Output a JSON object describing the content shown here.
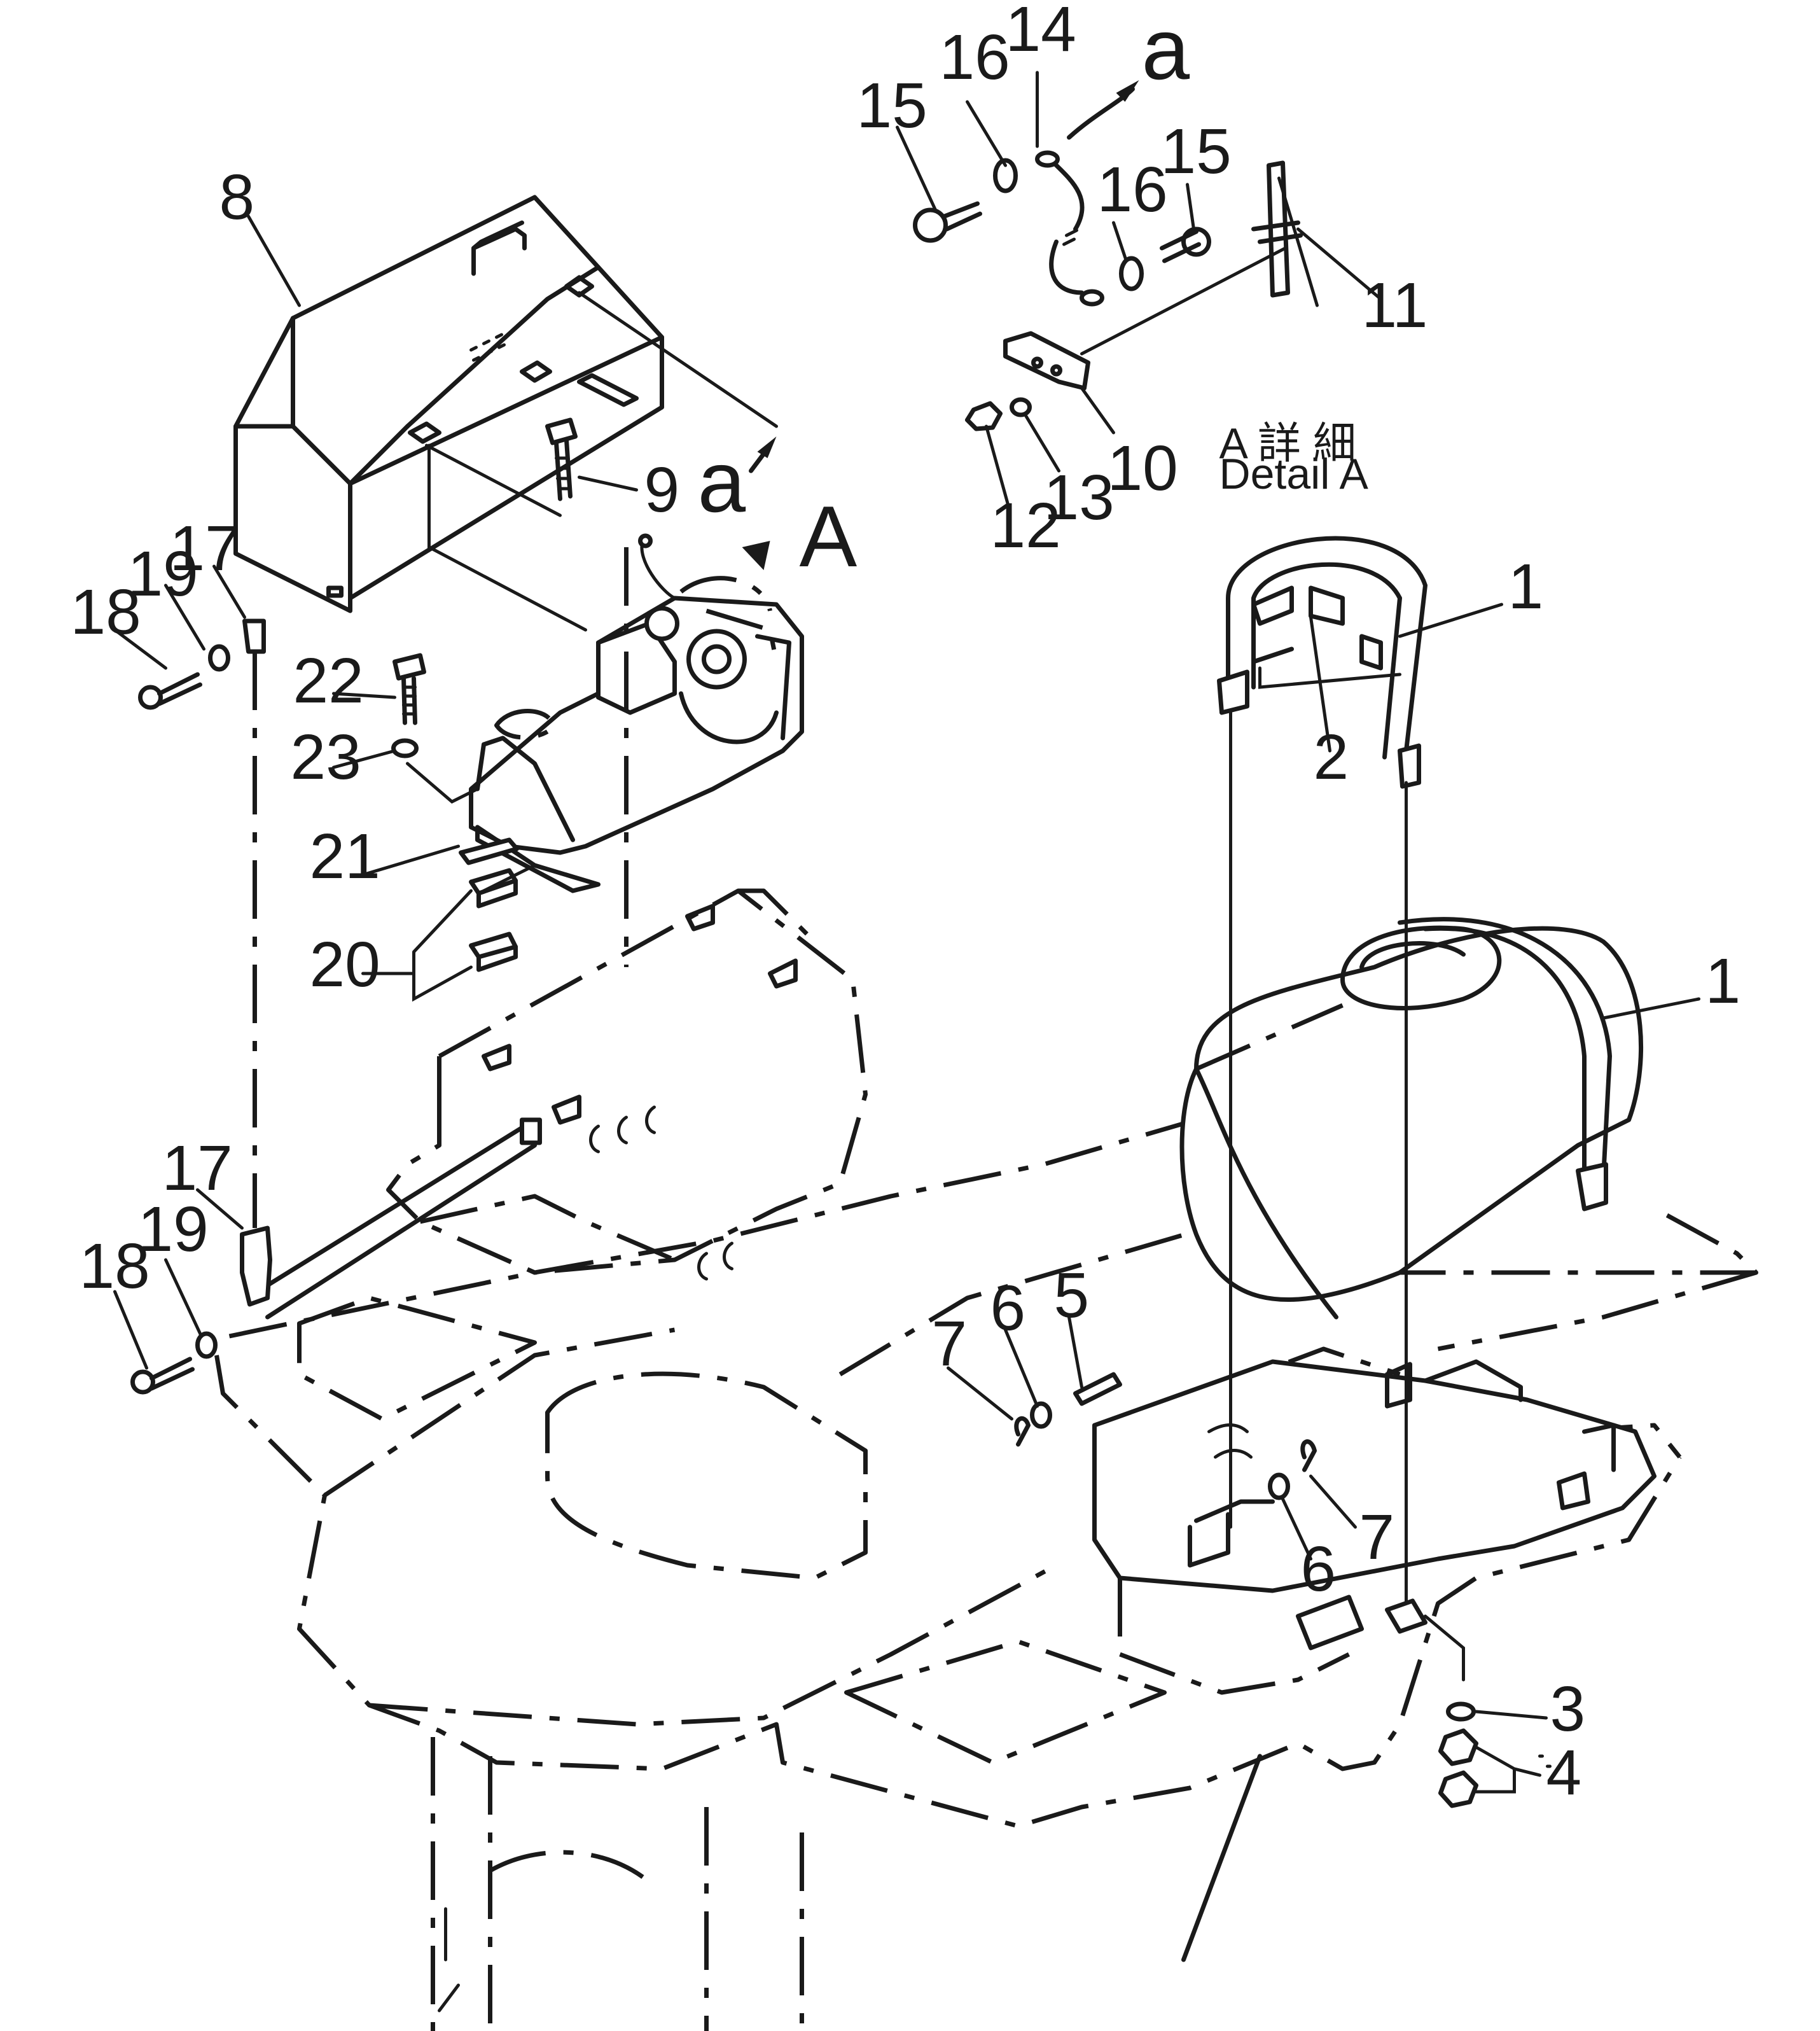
{
  "callouts": {
    "n1a": "1",
    "n1b": "1",
    "n2": "2",
    "n3": "3",
    "n4": "4",
    "n5": "5",
    "n6a": "6",
    "n6b": "6",
    "n7a": "7",
    "n7b": "7",
    "n8": "8",
    "n9": "9",
    "n10": "10",
    "n11": "11",
    "n12": "12",
    "n13": "13",
    "n14": "14",
    "n15a": "15",
    "n15b": "15",
    "n16a": "16",
    "n16b": "16",
    "n17a": "17",
    "n17b": "17",
    "n18a": "18",
    "n18b": "18",
    "n19a": "19",
    "n19b": "19",
    "n20": "20",
    "n21": "21",
    "n22": "22",
    "n23": "23"
  },
  "markers": {
    "view_a": "A",
    "ref_a_top": "a",
    "ref_a_cover": "a"
  },
  "detail": {
    "jp": "A 詳 細",
    "en": "Detail A"
  }
}
